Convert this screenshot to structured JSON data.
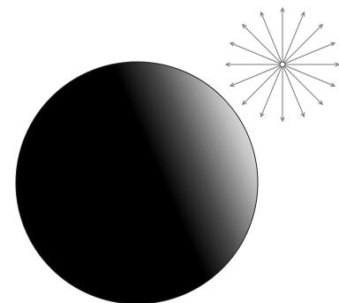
{
  "diagram": {
    "objects": [
      {
        "name": "light-source",
        "kind": "point-source",
        "ray_count": 16,
        "ray_color": "#7a7a7a"
      },
      {
        "name": "shaded-sphere",
        "kind": "sphere",
        "lit_color": "#ffffff",
        "shadow_color": "#000000",
        "outline_color": "#222222"
      }
    ]
  }
}
